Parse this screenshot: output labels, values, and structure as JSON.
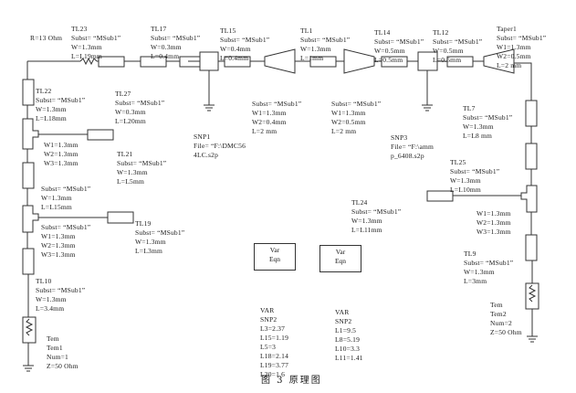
{
  "caption": "图 3 原理图",
  "resistor": {
    "label": "R=13 Ohm"
  },
  "components": {
    "TL23": [
      "TL23",
      "Subst= “MSub1”",
      "W=1.3mm",
      "L=L19mm"
    ],
    "TL17": [
      "TL17",
      "Subst= “MSub1”",
      "W=0.3mm",
      "L=0.4mm"
    ],
    "TL15": [
      "TL15",
      "Subst= “MSub1”",
      "W=0.4mm",
      "L=0.4mm"
    ],
    "TL1": [
      "TL1",
      "Subst= “MSub1”",
      "W=1.3mm",
      "L=1mm"
    ],
    "TL14": [
      "TL14",
      "Subst= “MSub1”",
      "W=0.5mm",
      "L=0.5mm"
    ],
    "TL12": [
      "TL12",
      "Subst= “MSub1”",
      "W=0.5mm",
      "L=0.5mm"
    ],
    "Taper1": [
      "Taper1",
      "Subst= “MSub1”",
      "W1=1.3mm",
      "W2=0.5mm",
      "L=2 mm"
    ],
    "TL22": [
      "TL22",
      "Subst= “MSub1”",
      "W=1.3mm",
      "L=L18mm"
    ],
    "TL27": [
      "TL27",
      "Subst= “MSub1”",
      "W=0.3mm",
      "L=L20mm"
    ],
    "TaperA": [
      "Subst= “MSub1”",
      "W1=1.3mm",
      "W2=0.4mm",
      "L=2 mm"
    ],
    "TaperB": [
      "Subst= “MSub1”",
      "W1=1.3mm",
      "W2=0.5mm",
      "L=2 mm"
    ],
    "TL7": [
      "TL7",
      "Subst= “MSub1”",
      "W=1.3mm",
      "L=L8 mm"
    ],
    "SNP1": [
      "SNP1",
      "File= “F:\\DMC56",
      "4LC.s2p"
    ],
    "SNP3": [
      "SNP3",
      "File= “F:\\amm",
      "p_6408.s2p"
    ],
    "Tee1": [
      "W1=1.3mm",
      "W2=1.3mm",
      "W3=1.3mm"
    ],
    "TL21": [
      "TL21",
      "Subst= “MSub1”",
      "W=1.3mm",
      "L=L5mm"
    ],
    "TL25": [
      "TL25",
      "Subst= “MSub1”",
      "W=1.3mm",
      "L=L10mm"
    ],
    "TLmid": [
      "Subst= “MSub1”",
      "W=1.3mm",
      "L=L15mm"
    ],
    "TL24": [
      "TL24",
      "Subst= “MSub1”",
      "W=1.3mm",
      "L=L11mm"
    ],
    "Tee2": [
      "Subst= “MSub1”",
      "W1=1.3mm",
      "W2=1.3mm",
      "W3=1.3mm"
    ],
    "Tee3": [
      "W1=1.3mm",
      "W2=1.3mm",
      "W3=1.3mm"
    ],
    "TL19": [
      "TL19",
      "Subst= “MSub1”",
      "W=1.3mm",
      "L=L3mm"
    ],
    "TL9": [
      "TL9",
      "Subst= “MSub1”",
      "W=1.3mm",
      "L=3mm"
    ],
    "TL10": [
      "TL10",
      "Subst= “MSub1”",
      "W=1.3mm",
      "L=3.4mm"
    ],
    "Term1": [
      "Tem",
      "Tem1",
      "Num=1",
      "Z=50 Ohm"
    ],
    "Term2": [
      "Tem",
      "Tem2",
      "Num=2",
      "Z=50 Ohm"
    ],
    "VAR1": [
      "VAR",
      "SNP2",
      "L3=2.37",
      "L15=1.19",
      "L5=3",
      "L18=2.14",
      "L19=3.77",
      "L20=1.6"
    ],
    "VAR2": [
      "VAR",
      "SNP2",
      "L1=9.5",
      "L8=5.19",
      "L10=3.3",
      "L11=1.41"
    ]
  },
  "var_boxes": [
    {
      "line1": "Var",
      "line2": "Eqn"
    },
    {
      "line1": "Var",
      "line2": "Eqn"
    }
  ]
}
